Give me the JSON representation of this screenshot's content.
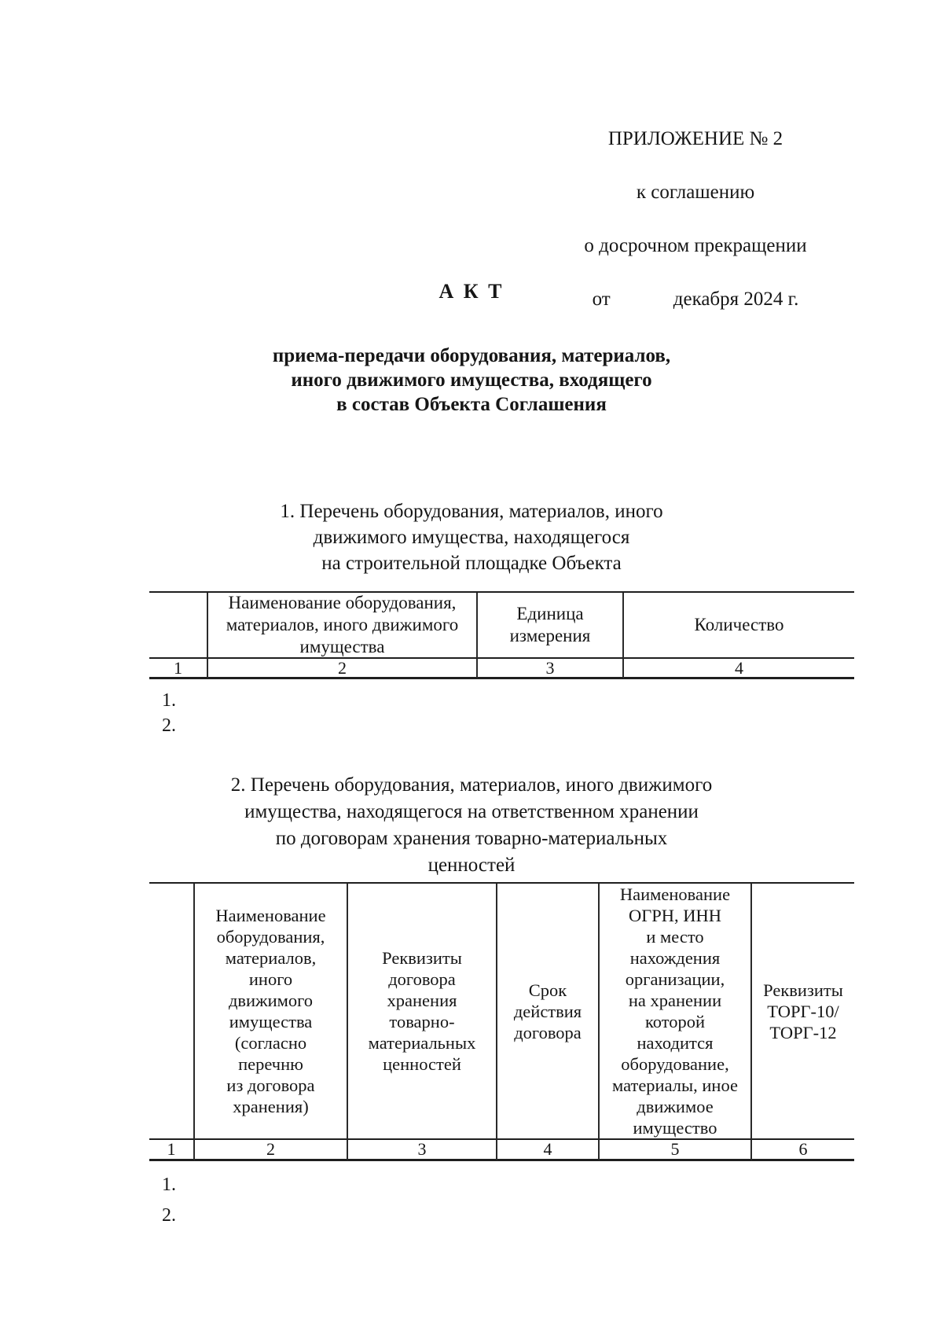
{
  "header": {
    "appendix": "ПРИЛОЖЕНИЕ № 2",
    "to_agreement": "к соглашению",
    "about": "о досрочном прекращении",
    "date_from": "от",
    "date_rest": "декабря 2024 г."
  },
  "title": "А К Т",
  "subtitle": "приема-передачи оборудования, материалов,\nиного движимого имущества, входящего\nв состав Объекта Соглашения",
  "section1": {
    "heading": "1. Перечень оборудования, материалов, иного\nдвижимого имущества, находящегося\nна строительной площадке Объекта",
    "table": {
      "headers": [
        "",
        "Наименование оборудования,\nматериалов, иного движимого\nимущества",
        "Единица\nизмерения",
        "Количество"
      ],
      "number_row": [
        "1",
        "2",
        "3",
        "4"
      ]
    },
    "items": [
      "1.",
      "2."
    ]
  },
  "section2": {
    "heading": "2. Перечень оборудования, материалов, иного движимого\nимущества, находящегося на ответственном хранении\nпо договорам хранения товарно-материальных\nценностей",
    "table": {
      "headers": [
        "",
        "Наименование\nоборудования,\nматериалов,\nиного\nдвижимого\nимущества\n(согласно\nперечню\nиз договора\nхранения)",
        "Реквизиты\nдоговора\nхранения\nтоварно-\nматериальных\nценностей",
        "Срок\nдействия\nдоговора",
        "Наименование\nОГРН, ИНН\nи место\nнахождения\nорганизации,\nна хранении\nкоторой\nнаходится\nоборудование,\nматериалы, иное\nдвижимое\nимущество",
        "Реквизиты\nТОРГ-10/\nТОРГ-12"
      ],
      "number_row": [
        "1",
        "2",
        "3",
        "4",
        "5",
        "6"
      ]
    },
    "items": [
      "1.",
      "2."
    ]
  }
}
